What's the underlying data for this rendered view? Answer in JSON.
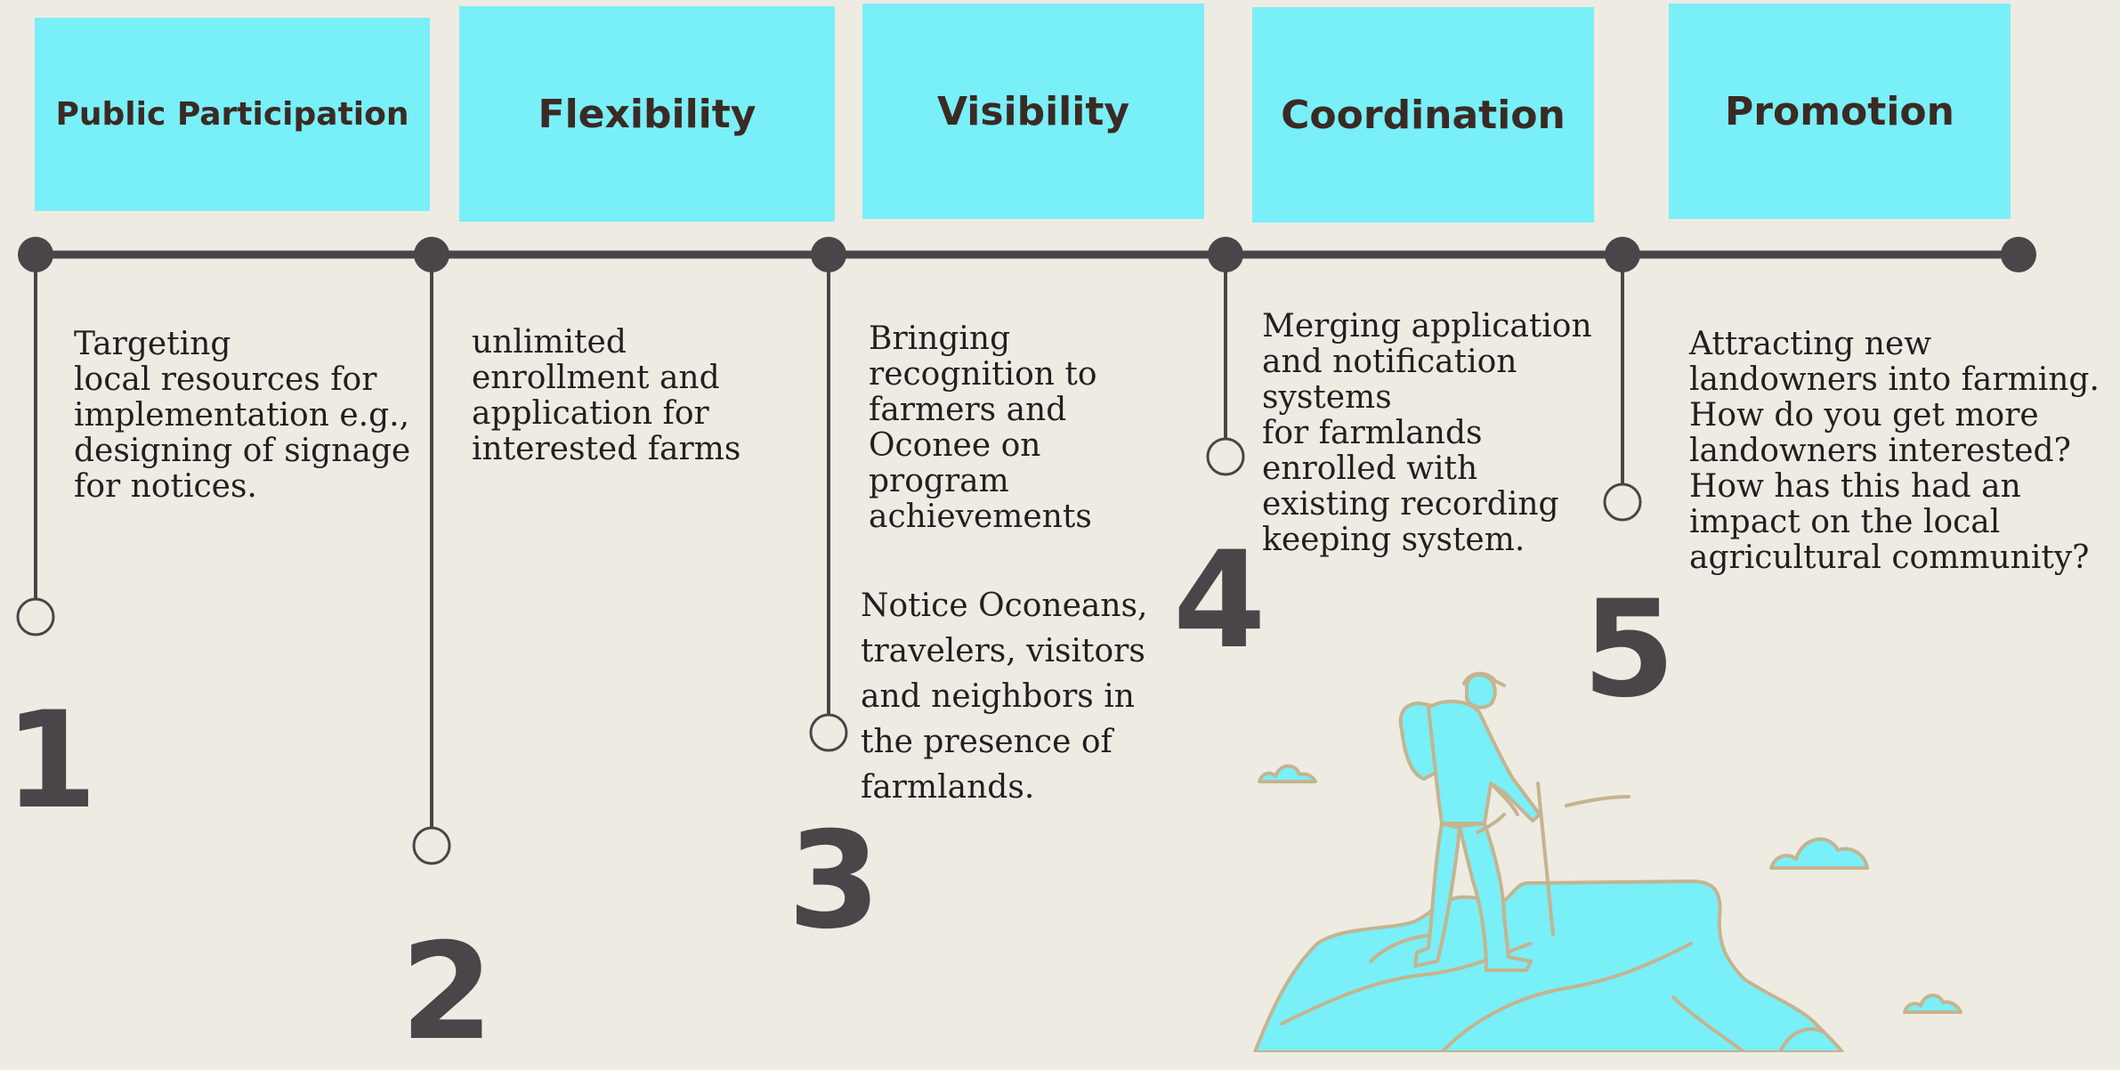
{
  "stages": [
    {
      "title": "Public Participation",
      "text": "Targeting\nlocal  resources for\nimplementation e.g.,\ndesigning of signage\nfor notices.",
      "number": "1"
    },
    {
      "title": "Flexibility",
      "text": "unlimited\nenrollment and\napplication for\ninterested farms",
      "number": "2"
    },
    {
      "title": "Visibility",
      "text": "Bringing\nrecognition to\nfarmers and\nOconee on\nprogram\nachievements",
      "text2": "Notice Oconeans,\ntravelers, visitors\nand neighbors in\nthe presence of\nfarmlands.",
      "number": "3"
    },
    {
      "title": "Coordination",
      "text": "Merging application\nand notification\nsystems\nfor  farmlands\nenrolled with\nexisting recording\nkeeping system.",
      "number": "4"
    },
    {
      "title": "Promotion",
      "text": "Attracting new\nlandowners into farming.\nHow do you get more\nlandowners interested?\nHow has this had an\nimpact on the local\nagricultural community?",
      "number": "5"
    }
  ],
  "colors": {
    "background": "#eeebe3",
    "header_fill": "#79eff8",
    "header_text": "#3b2a24",
    "timeline": "#4a4548",
    "illustration_outline": "#c4b48f"
  }
}
